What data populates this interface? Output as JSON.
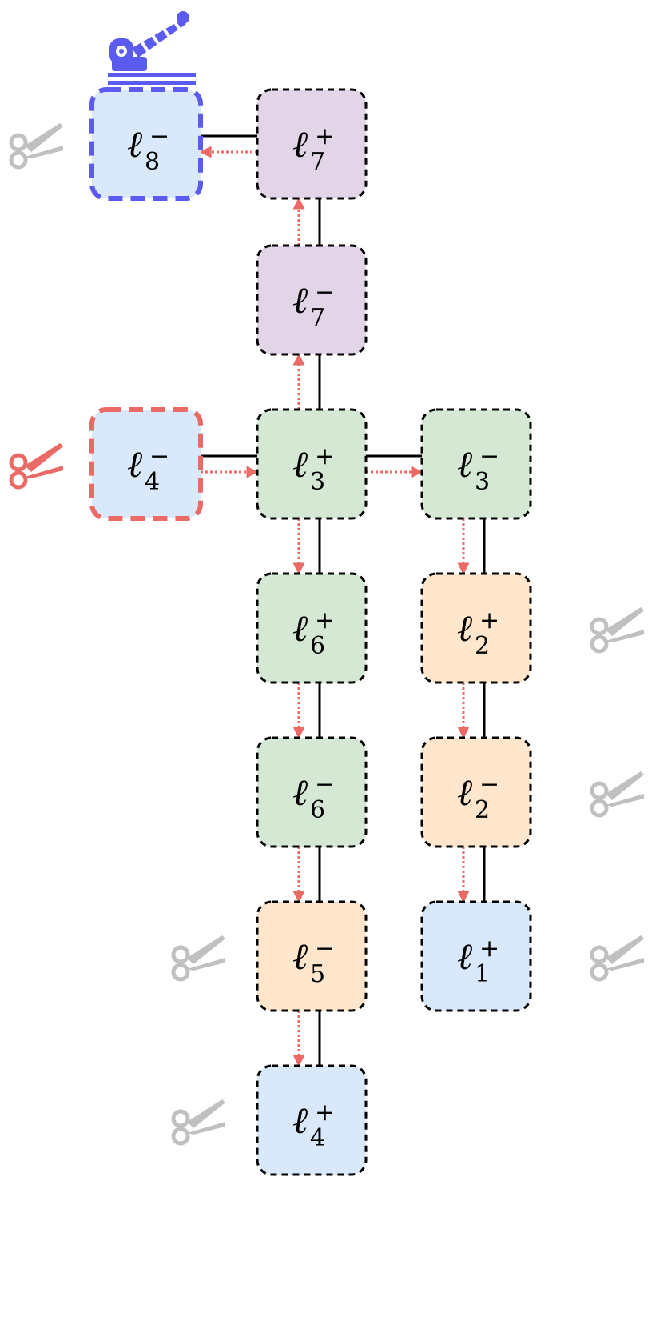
{
  "colors": {
    "blue": "#dae8fc",
    "purple": "#e1d5e7",
    "green": "#d5e8d4",
    "orange": "#ffe6cc",
    "border": "#000000",
    "arrow": "#ea6b66",
    "scissors_gray": "#c0c0c0",
    "scissors_red": "#ea6b66",
    "highlight_blue": "#5b5bf0",
    "highlight_red": "#ea6b66"
  },
  "nodes": [
    {
      "id": "l8m",
      "base": "ℓ",
      "sub": "8",
      "sup": "−",
      "fill": "blue",
      "border": "highlight_blue",
      "scissors": "gray",
      "robot": true
    },
    {
      "id": "l7p",
      "base": "ℓ",
      "sub": "7",
      "sup": "+",
      "fill": "purple",
      "border": "border"
    },
    {
      "id": "l7m",
      "base": "ℓ",
      "sub": "7",
      "sup": "−",
      "fill": "purple",
      "border": "border"
    },
    {
      "id": "l4m",
      "base": "ℓ",
      "sub": "4",
      "sup": "−",
      "fill": "blue",
      "border": "highlight_red",
      "scissors": "red"
    },
    {
      "id": "l3p",
      "base": "ℓ",
      "sub": "3",
      "sup": "+",
      "fill": "green",
      "border": "border"
    },
    {
      "id": "l3m",
      "base": "ℓ",
      "sub": "3",
      "sup": "−",
      "fill": "green",
      "border": "border"
    },
    {
      "id": "l6p",
      "base": "ℓ",
      "sub": "6",
      "sup": "+",
      "fill": "green",
      "border": "border"
    },
    {
      "id": "l2p",
      "base": "ℓ",
      "sub": "2",
      "sup": "+",
      "fill": "orange",
      "border": "border",
      "scissors": "gray"
    },
    {
      "id": "l6m",
      "base": "ℓ",
      "sub": "6",
      "sup": "−",
      "fill": "green",
      "border": "border"
    },
    {
      "id": "l2m",
      "base": "ℓ",
      "sub": "2",
      "sup": "−",
      "fill": "orange",
      "border": "border",
      "scissors": "gray"
    },
    {
      "id": "l5m",
      "base": "ℓ",
      "sub": "5",
      "sup": "−",
      "fill": "orange",
      "border": "border",
      "scissors": "gray"
    },
    {
      "id": "l1p",
      "base": "ℓ",
      "sub": "1",
      "sup": "+",
      "fill": "blue",
      "border": "border",
      "scissors": "gray"
    },
    {
      "id": "l4p",
      "base": "ℓ",
      "sub": "4",
      "sup": "+",
      "fill": "blue",
      "border": "border",
      "scissors": "gray"
    }
  ],
  "edges": [
    {
      "from": "l8m",
      "to": "l7p"
    },
    {
      "from": "l7p",
      "to": "l7m"
    },
    {
      "from": "l7m",
      "to": "l3p"
    },
    {
      "from": "l4m",
      "to": "l3p"
    },
    {
      "from": "l3p",
      "to": "l3m"
    },
    {
      "from": "l3p",
      "to": "l6p"
    },
    {
      "from": "l6p",
      "to": "l6m"
    },
    {
      "from": "l6m",
      "to": "l5m"
    },
    {
      "from": "l5m",
      "to": "l4p"
    },
    {
      "from": "l3m",
      "to": "l2p"
    },
    {
      "from": "l2p",
      "to": "l2m"
    },
    {
      "from": "l2m",
      "to": "l1p"
    }
  ],
  "arrows": [
    {
      "from": "l7p",
      "to": "l8m"
    },
    {
      "from": "l7m",
      "to": "l7p"
    },
    {
      "from": "l3p",
      "to": "l7m"
    },
    {
      "from": "l4m",
      "to": "l3p"
    },
    {
      "from": "l3p",
      "to": "l3m"
    },
    {
      "from": "l3p",
      "to": "l6p"
    },
    {
      "from": "l6p",
      "to": "l6m"
    },
    {
      "from": "l6m",
      "to": "l5m"
    },
    {
      "from": "l5m",
      "to": "l4p"
    },
    {
      "from": "l3m",
      "to": "l2p"
    },
    {
      "from": "l2p",
      "to": "l2m"
    },
    {
      "from": "l2m",
      "to": "l1p"
    }
  ]
}
